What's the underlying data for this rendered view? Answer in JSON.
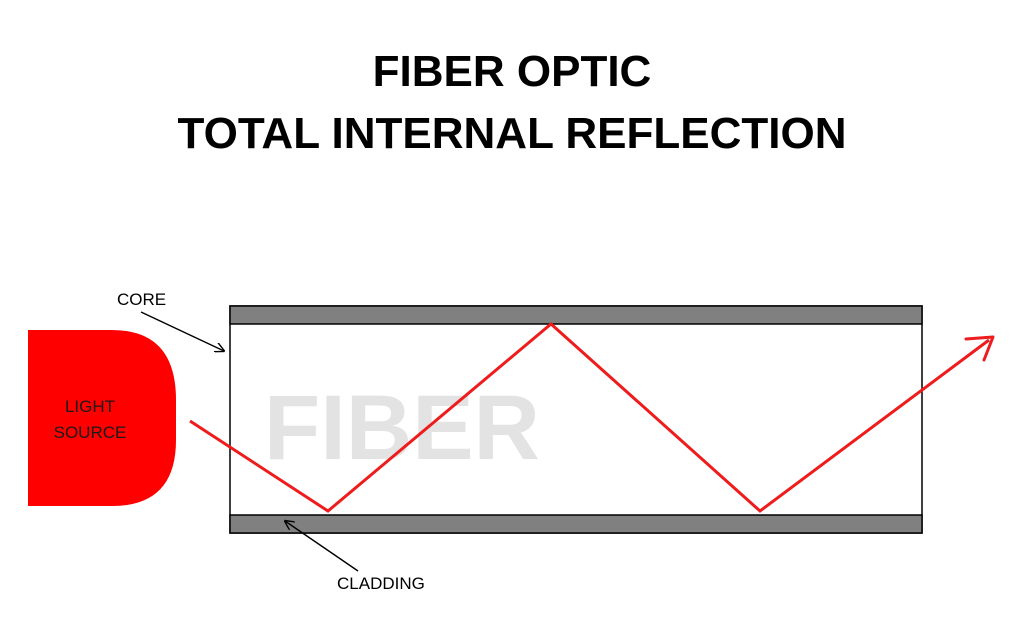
{
  "title": {
    "line1": "FIBER OPTIC",
    "line2": "TOTAL INTERNAL REFLECTION"
  },
  "fiber": {
    "watermark": "FIBER"
  },
  "labels": {
    "core": "CORE",
    "cladding": "CLADDING",
    "light_source_line1": "LIGHT",
    "light_source_line2": "SOURCE"
  },
  "colors": {
    "light_source": "#ff0000",
    "ray": "#ee1c1c",
    "cladding": "#808080",
    "core": "#ffffff",
    "outline": "#000000",
    "watermark": "#e3e3e3"
  }
}
